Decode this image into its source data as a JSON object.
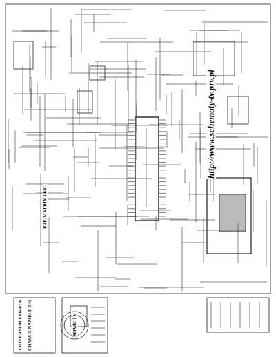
{
  "diagram": {
    "labels": [
      "http://www.schematy-tv.prv.pl",
      "Serwis Tv",
      "UNIVERSUM FT6481A",
      "CHASSIS NAME: F-543",
      "PRE-MATRIX 14/4U"
    ]
  }
}
